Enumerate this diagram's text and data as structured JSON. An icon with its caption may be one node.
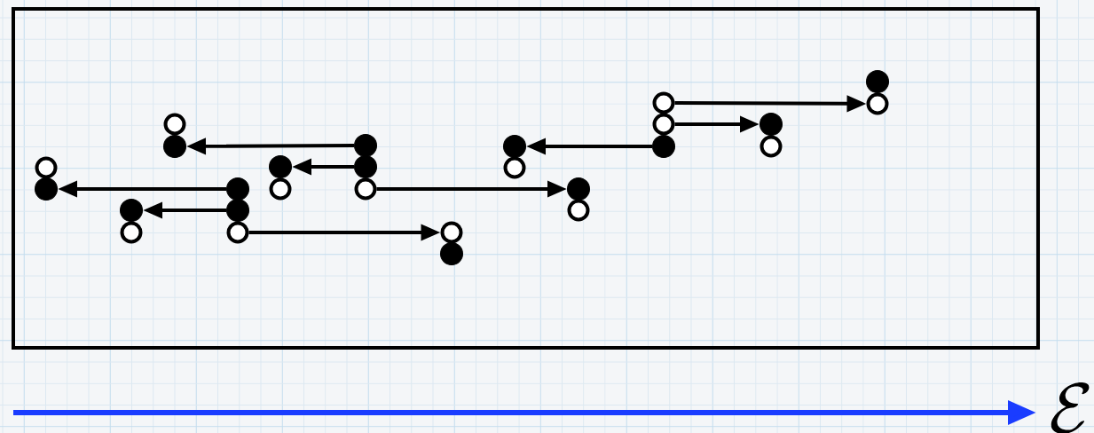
{
  "diagram": {
    "nodes": [
      {
        "text": [],
        "shape": "box"
      },
      {
        "text": [],
        "shape": "circle",
        "in": 0
      },
      {
        "text": [],
        "shape": "dot",
        "in": 0
      },
      {
        "text": [],
        "shape": "dot",
        "in": 0
      },
      {
        "text": [],
        "shape": "circle",
        "in": 0
      },
      {
        "text": [],
        "shape": "circle",
        "in": 0
      },
      {
        "text": [],
        "shape": "dot",
        "in": 0
      },
      {
        "text": [],
        "shape": "dot",
        "in": 0
      },
      {
        "text": [],
        "shape": "dot",
        "in": 0
      },
      {
        "text": [],
        "shape": "circle",
        "in": 0
      },
      {
        "text": [],
        "shape": "dot",
        "in": 0
      },
      {
        "text": [],
        "shape": "circle",
        "in": 0
      },
      {
        "text": [],
        "shape": "dot",
        "in": 0
      },
      {
        "text": [],
        "shape": "dot",
        "in": 0
      },
      {
        "text": [],
        "shape": "circle",
        "in": 0
      },
      {
        "text": [],
        "shape": "circle",
        "in": 0
      },
      {
        "text": [],
        "shape": "dot",
        "in": 0
      },
      {
        "text": [],
        "shape": "dot",
        "in": 0
      },
      {
        "text": [],
        "shape": "circle",
        "in": 0
      },
      {
        "text": [],
        "shape": "dot",
        "in": 0
      },
      {
        "text": [],
        "shape": "circle",
        "in": 0
      },
      {
        "text": [],
        "shape": "circle",
        "in": 0
      },
      {
        "text": [],
        "shape": "circle",
        "in": 0
      },
      {
        "text": [],
        "shape": "dot",
        "in": 0
      },
      {
        "text": [],
        "shape": "dot",
        "in": 0
      },
      {
        "text": [],
        "shape": "circle",
        "in": 0
      },
      {
        "text": [],
        "shape": "dot",
        "in": 0
      },
      {
        "text": [],
        "shape": "circle",
        "in": 0
      }
    ],
    "edges": [
      {
        "from": 12,
        "to": 6,
        "arrow": "to"
      },
      {
        "from": 13,
        "to": 10,
        "arrow": "to"
      },
      {
        "from": 7,
        "to": 2,
        "arrow": "to"
      },
      {
        "from": 8,
        "to": 3,
        "arrow": "to"
      },
      {
        "from": 9,
        "to": 15,
        "arrow": "to"
      },
      {
        "from": 14,
        "to": 19,
        "arrow": "to"
      },
      {
        "from": 23,
        "to": 17,
        "arrow": "to"
      },
      {
        "from": 22,
        "to": 24,
        "arrow": "to"
      },
      {
        "from": 21,
        "to": 27,
        "arrow": "to"
      }
    ],
    "labels": [
      "\\mathcal{E}"
    ]
  }
}
